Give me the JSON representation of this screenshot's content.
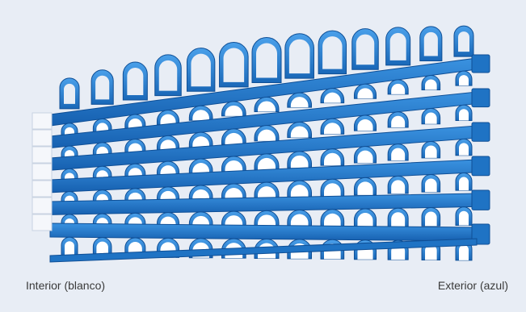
{
  "captions": {
    "interior": "Interior (blanco)",
    "exterior": "Exterior (azul)"
  },
  "render": {
    "subject": "modular blue sheet-like grid panel with rows of arch-shaped loops",
    "panel_background": "#e8edf5",
    "part_color": "#1f73c4",
    "part_highlight": "#3a92e0",
    "part_shadow": "#0f4f96",
    "interior_edge_color": "#f5f7fb",
    "row_count": 6,
    "columns_per_row": 13
  }
}
